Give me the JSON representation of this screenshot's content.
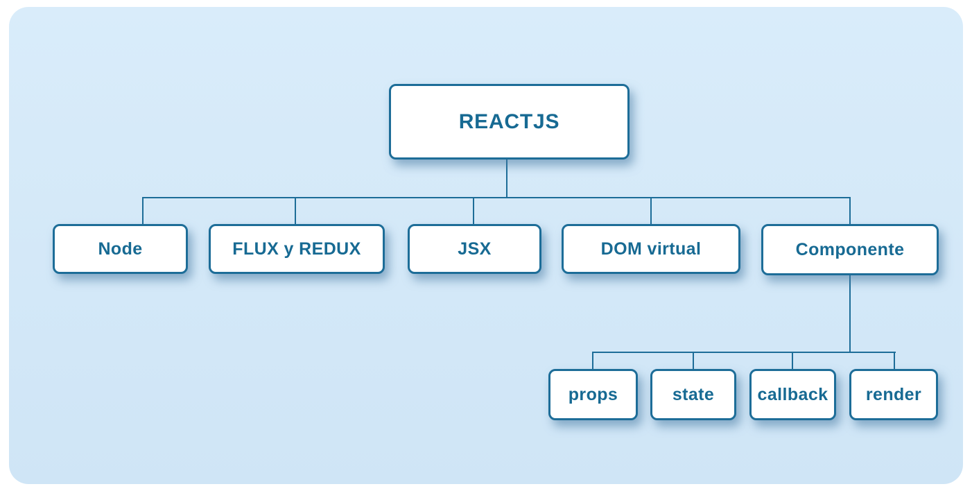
{
  "tree": {
    "root": {
      "label": "REACTJS"
    },
    "children": [
      {
        "label": "Node"
      },
      {
        "label": "FLUX y REDUX"
      },
      {
        "label": "JSX"
      },
      {
        "label": "DOM virtual"
      },
      {
        "label": "Componente",
        "children": [
          {
            "label": "props"
          },
          {
            "label": "state"
          },
          {
            "label": "callback"
          },
          {
            "label": "render"
          }
        ]
      }
    ]
  },
  "colors": {
    "accent": "#1d6d98",
    "text": "#176a93",
    "panel_background": "#d4e8f8",
    "box_background": "#ffffff",
    "page_background": "#ffffff"
  }
}
